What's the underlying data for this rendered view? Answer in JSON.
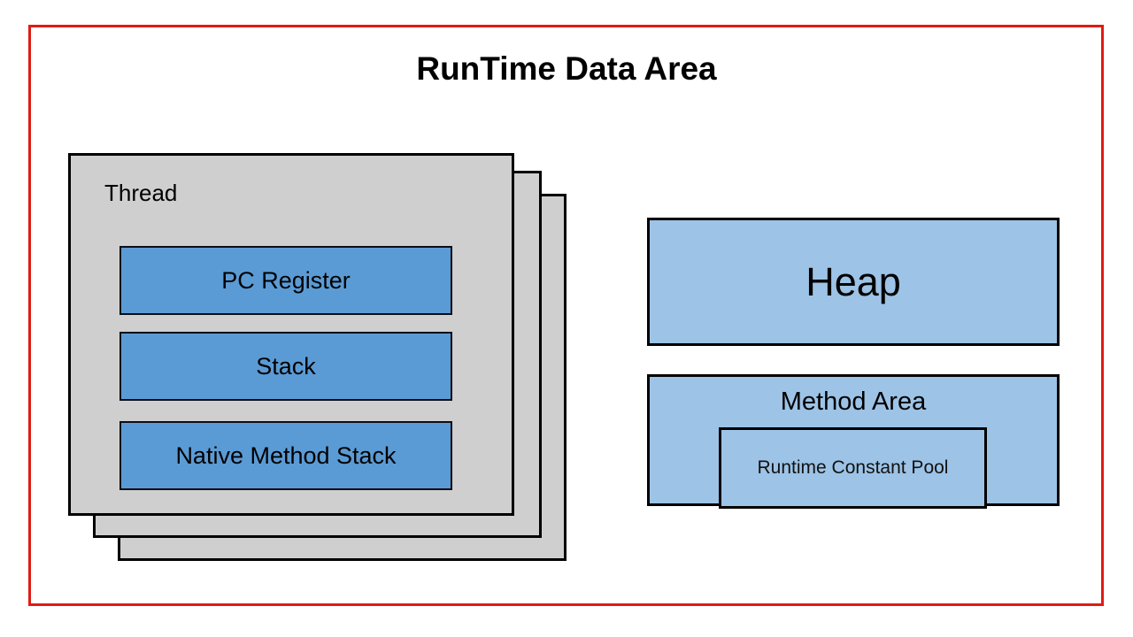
{
  "diagram": {
    "title": "RunTime Data Area",
    "frame_color": "#E01B12",
    "background_color": "#FFFFFF"
  },
  "thread_stack": {
    "label": "Thread",
    "card_color": "#CFCFCF",
    "card_count": 3,
    "boxes": [
      {
        "label": "PC Register",
        "color": "#5B9BD5"
      },
      {
        "label": "Stack",
        "color": "#5B9BD5"
      },
      {
        "label": "Native Method Stack",
        "color": "#5B9BD5"
      }
    ]
  },
  "memory_areas": {
    "heap": {
      "label": "Heap",
      "color": "#9DC3E6"
    },
    "method_area": {
      "label": "Method Area",
      "color": "#9DC3E6",
      "child": {
        "label": "Runtime Constant Pool",
        "color": "#9DC3E6"
      }
    }
  }
}
